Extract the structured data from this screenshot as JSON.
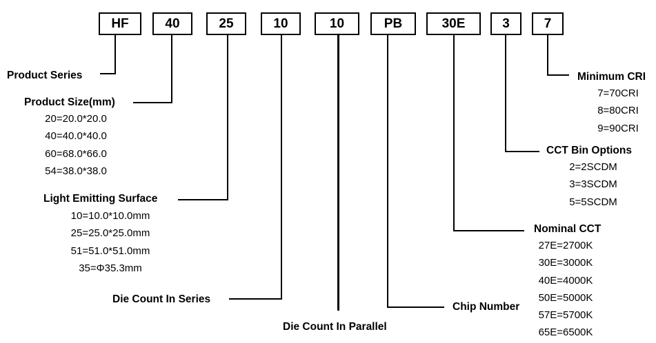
{
  "codes": [
    "HF",
    "40",
    "25",
    "10",
    "10",
    "PB",
    "30E",
    "3",
    "7"
  ],
  "segments": {
    "product_series": {
      "label": "Product Series"
    },
    "product_size": {
      "label": "Product Size(mm)",
      "options": [
        "20=20.0*20.0",
        "40=40.0*40.0",
        "60=68.0*66.0",
        "54=38.0*38.0"
      ]
    },
    "light_surface": {
      "label": "Light Emitting Surface",
      "options": [
        "10=10.0*10.0mm",
        "25=25.0*25.0mm",
        "51=51.0*51.0mm",
        "35=Φ35.3mm"
      ]
    },
    "die_series": {
      "label": "Die Count In Series"
    },
    "die_parallel": {
      "label": "Die Count In Parallel"
    },
    "chip_number": {
      "label": "Chip Number"
    },
    "nominal_cct": {
      "label": "Nominal CCT",
      "options": [
        "27E=2700K",
        "30E=3000K",
        "40E=4000K",
        "50E=5000K",
        "57E=5700K",
        "65E=6500K"
      ]
    },
    "cct_bin": {
      "label": "CCT Bin Options",
      "options": [
        "2=2SCDM",
        "3=3SCDM",
        "5=5SCDM"
      ]
    },
    "min_cri": {
      "label": "Minimum CRI",
      "options": [
        "7=70CRI",
        "8=80CRI",
        "9=90CRI"
      ]
    }
  }
}
